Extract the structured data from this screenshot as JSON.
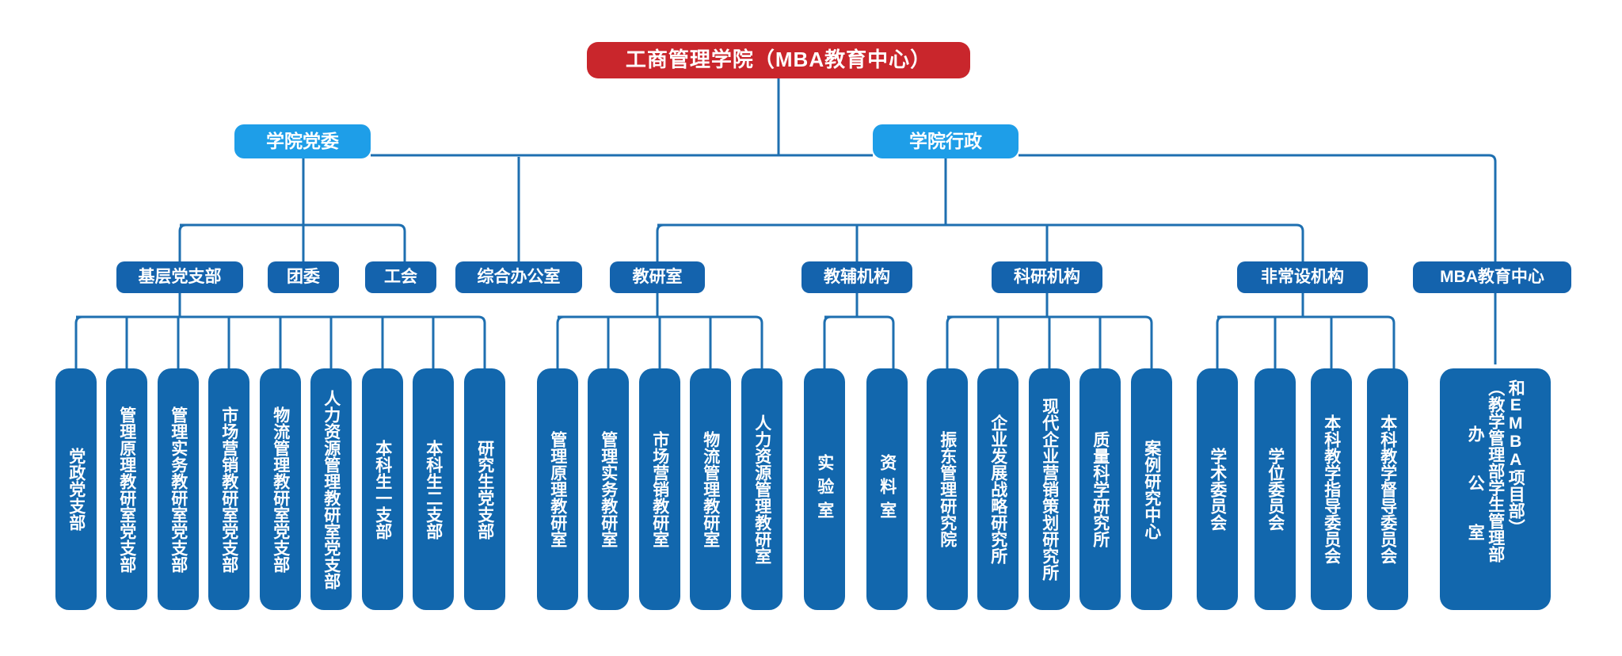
{
  "chart_data": {
    "type": "diagram",
    "title": "工商管理学院（MBA教育中心）组织架构图",
    "colors": {
      "root": "#c9262c",
      "level2": "#1e9ee8",
      "level3": "#1463ad",
      "leaf": "#1267ad",
      "connector": "#1e6fb0",
      "background": "#ffffff",
      "text": "#ffffff"
    }
  },
  "root": {
    "label": "工商管理学院（MBA教育中心）"
  },
  "level2": [
    {
      "id": "party",
      "label": "学院党委"
    },
    {
      "id": "admin",
      "label": "学院行政"
    }
  ],
  "level3": [
    {
      "id": "grassroots",
      "label": "基层党支部",
      "parent": "party"
    },
    {
      "id": "youth",
      "label": "团委",
      "parent": "party"
    },
    {
      "id": "union",
      "label": "工会",
      "parent": "party"
    },
    {
      "id": "geneoffice",
      "label": "综合办公室",
      "parent": "admin"
    },
    {
      "id": "teaching",
      "label": "教研室",
      "parent": "admin"
    },
    {
      "id": "support",
      "label": "教辅机构",
      "parent": "admin"
    },
    {
      "id": "research",
      "label": "科研机构",
      "parent": "admin"
    },
    {
      "id": "adhoc",
      "label": "非常设机构",
      "parent": "admin"
    },
    {
      "id": "mba",
      "label": "MBA教育中心",
      "parent": "admin"
    }
  ],
  "leaves": {
    "grassroots": [
      {
        "label": "党政党支部"
      },
      {
        "label": "管理原理教研室党支部"
      },
      {
        "label": "管理实务教研室党支部"
      },
      {
        "label": "市场营销教研室党支部"
      },
      {
        "label": "物流管理教研室党支部"
      },
      {
        "label": "人力资源管理教研室党支部"
      },
      {
        "label": "本科生一支部"
      },
      {
        "label": "本科生二支部"
      },
      {
        "label": "研究生党支部"
      }
    ],
    "teaching": [
      {
        "label": "管理原理教研室"
      },
      {
        "label": "管理实务教研室"
      },
      {
        "label": "市场营销教研室"
      },
      {
        "label": "物流管理教研室"
      },
      {
        "label": "人力资源管理教研室"
      }
    ],
    "support": [
      {
        "label": "实验室"
      },
      {
        "label": "资料室"
      }
    ],
    "research": [
      {
        "label": "振东管理研究院"
      },
      {
        "label": "企业发展战略研究所"
      },
      {
        "label": "现代企业营销策划研究所"
      },
      {
        "label": "质量科学研究所"
      },
      {
        "label": "案例研究中心"
      }
    ],
    "adhoc": [
      {
        "label": "学术委员会"
      },
      {
        "label": "学位委员会"
      },
      {
        "label": "本科教学指导委员会"
      },
      {
        "label": "本科教学督导委员会"
      }
    ],
    "mba": [
      {
        "label": "和EMBA项目部）（教学管理部学生管理部办 公 室"
      }
    ]
  },
  "mba_office": {
    "col1": "和EMBA项目部）",
    "col2": "（教学管理部学生管理部",
    "col3": "办 公 室"
  }
}
